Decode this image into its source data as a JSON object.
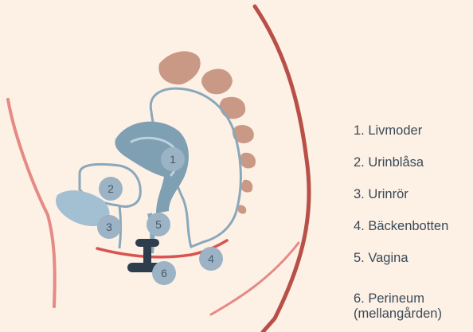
{
  "colors": {
    "background": "#fdf1e6",
    "spine": "#c99985",
    "uterus": "#7f9fb2",
    "bladder": "#a3c0d3",
    "pelvic_floor": "#d9534f",
    "body_outline": "#b85048",
    "organ_outline": "#8aa8bb",
    "marker_fill": "#9bb3c4",
    "marker_text": "#4a5a6a",
    "device": "#2d3d4c"
  },
  "markers": [
    "1",
    "2",
    "3",
    "4",
    "5",
    "6"
  ],
  "legend": [
    {
      "text": "1. Livmoder"
    },
    {
      "text": "2. Urinblåsa"
    },
    {
      "text": "3. Urinrör"
    },
    {
      "text": "4. Bäckenbotten"
    },
    {
      "text": "5. Vagina"
    },
    {
      "text": "6. Perineum",
      "text2": "(mellangården)"
    }
  ]
}
